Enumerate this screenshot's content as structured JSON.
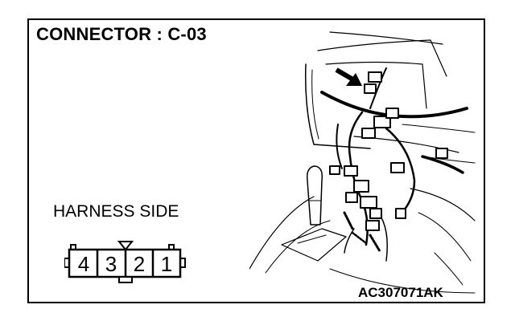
{
  "title": "CONNECTOR : C-03",
  "harness_label": "HARNESS SIDE",
  "code_label": "AC307071AK",
  "connector": {
    "pins": [
      "4",
      "3",
      "2",
      "1"
    ]
  },
  "colors": {
    "line": "#000000",
    "background": "#ffffff"
  }
}
